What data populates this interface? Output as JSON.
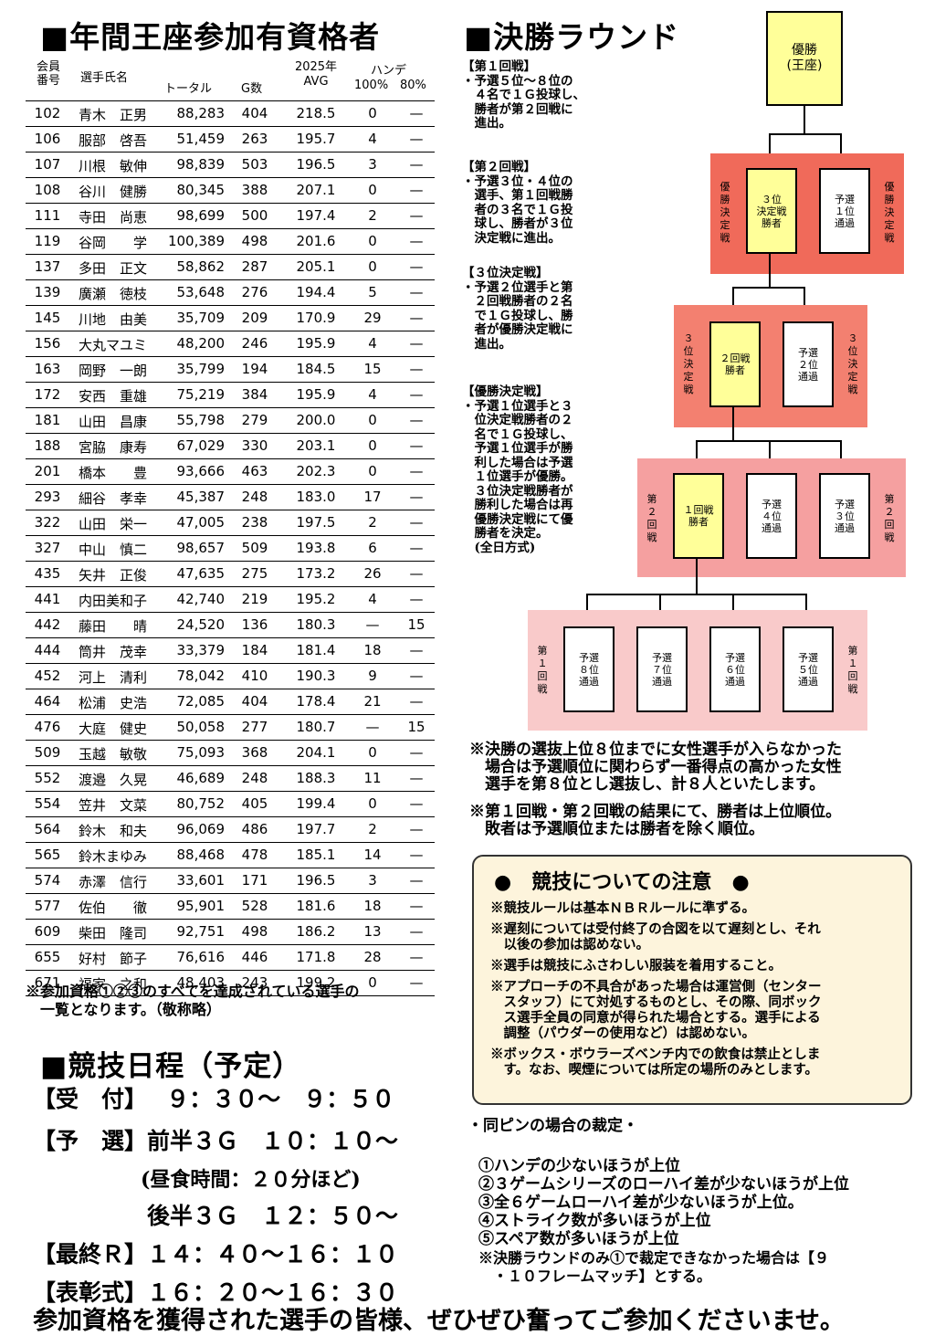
{
  "roster_title": "■年間王座参加有資格者",
  "final_title": "■決勝ラウンド",
  "table": {
    "headers": {
      "id": "会員\n番号",
      "name": "選手氏名",
      "total": "トータル",
      "games": "G数",
      "avg": "2025年\nAVG",
      "handicap": "ハンデ",
      "h100": "100%",
      "h80": "80%"
    },
    "rows": [
      [
        "102",
        "青木　正男",
        "88,283",
        "404",
        "218.5",
        "0",
        "—"
      ],
      [
        "106",
        "服部　啓吾",
        "51,459",
        "263",
        "195.7",
        "4",
        "—"
      ],
      [
        "107",
        "川根　敏伸",
        "98,839",
        "503",
        "196.5",
        "3",
        "—"
      ],
      [
        "108",
        "谷川　健勝",
        "80,345",
        "388",
        "207.1",
        "0",
        "—"
      ],
      [
        "111",
        "寺田　尚恵",
        "98,699",
        "500",
        "197.4",
        "2",
        "—"
      ],
      [
        "119",
        "谷岡　　学",
        "100,389",
        "498",
        "201.6",
        "0",
        "—"
      ],
      [
        "137",
        "多田　正文",
        "58,862",
        "287",
        "205.1",
        "0",
        "—"
      ],
      [
        "139",
        "廣瀬　徳枝",
        "53,648",
        "276",
        "194.4",
        "5",
        "—"
      ],
      [
        "145",
        "川地　由美",
        "35,709",
        "209",
        "170.9",
        "29",
        "—"
      ],
      [
        "156",
        "大丸マユミ",
        "48,200",
        "246",
        "195.9",
        "4",
        "—"
      ],
      [
        "163",
        "岡野　一朗",
        "35,799",
        "194",
        "184.5",
        "15",
        "—"
      ],
      [
        "172",
        "安西　重雄",
        "75,219",
        "384",
        "195.9",
        "4",
        "—"
      ],
      [
        "181",
        "山田　昌康",
        "55,798",
        "279",
        "200.0",
        "0",
        "—"
      ],
      [
        "188",
        "宮脇　康寿",
        "67,029",
        "330",
        "203.1",
        "0",
        "—"
      ],
      [
        "201",
        "橋本　　豊",
        "93,666",
        "463",
        "202.3",
        "0",
        "—"
      ],
      [
        "293",
        "細谷　孝幸",
        "45,387",
        "248",
        "183.0",
        "17",
        "—"
      ],
      [
        "322",
        "山田　栄一",
        "47,005",
        "238",
        "197.5",
        "2",
        "—"
      ],
      [
        "327",
        "中山　慎二",
        "98,657",
        "509",
        "193.8",
        "6",
        "—"
      ],
      [
        "435",
        "矢井　正俊",
        "47,635",
        "275",
        "173.2",
        "26",
        "—"
      ],
      [
        "441",
        "内田美和子",
        "42,740",
        "219",
        "195.2",
        "4",
        "—"
      ],
      [
        "442",
        "藤田　　晴",
        "24,520",
        "136",
        "180.3",
        "—",
        "15"
      ],
      [
        "444",
        "筒井　茂幸",
        "33,379",
        "184",
        "181.4",
        "18",
        "—"
      ],
      [
        "452",
        "河上　清利",
        "78,042",
        "410",
        "190.3",
        "9",
        "—"
      ],
      [
        "464",
        "松浦　史浩",
        "72,085",
        "404",
        "178.4",
        "21",
        "—"
      ],
      [
        "476",
        "大庭　健史",
        "50,058",
        "277",
        "180.7",
        "—",
        "15"
      ],
      [
        "509",
        "玉越　敏敬",
        "75,093",
        "368",
        "204.1",
        "0",
        "—"
      ],
      [
        "552",
        "渡邉　久晃",
        "46,689",
        "248",
        "188.3",
        "11",
        "—"
      ],
      [
        "554",
        "笠井　文菜",
        "80,752",
        "405",
        "199.4",
        "0",
        "—"
      ],
      [
        "564",
        "鈴木　和夫",
        "96,069",
        "486",
        "197.7",
        "2",
        "—"
      ],
      [
        "565",
        "鈴木まゆみ",
        "88,468",
        "478",
        "185.1",
        "14",
        "—"
      ],
      [
        "574",
        "赤澤　信行",
        "33,601",
        "171",
        "196.5",
        "3",
        "—"
      ],
      [
        "577",
        "佐伯　　徹",
        "95,901",
        "528",
        "181.6",
        "18",
        "—"
      ],
      [
        "609",
        "柴田　隆司",
        "92,751",
        "498",
        "186.2",
        "13",
        "—"
      ],
      [
        "655",
        "好村　節子",
        "76,616",
        "446",
        "171.8",
        "28",
        "—"
      ],
      [
        "671",
        "福家　之和",
        "48,403",
        "243",
        "199.2",
        "0",
        "—"
      ]
    ]
  },
  "roster_note": "※参加資格①②③のすべてを達成されている選手の\n　一覧となります。（敬称略）",
  "schedule": {
    "title": "■競技日程（予定）",
    "lines": [
      "【受　付】　 ９：３０〜　９：５０",
      "【予　選】前半３Ｇ　１０：１０〜",
      "　　　　　(昼食時間：２０分ほど)",
      "　　　　　後半３Ｇ　１２：５０〜",
      "【最終Ｒ】１４：４０〜１６：１０",
      "【表彰式】１６：２０〜１６：３０"
    ]
  },
  "closing": "参加資格を獲得された選手の皆様、ぜひぜひ奮ってご参加くださいませ。",
  "round_rules": [
    {
      "heading": "【第１回戦】",
      "body": "・予選５位〜８位の\n　４名で１Ｇ投球し、\n　勝者が第２回戦に\n　進出。"
    },
    {
      "heading": "【第２回戦】",
      "body": "・予選３位・４位の\n　選手、第１回戦勝\n　者の３名で１Ｇ投\n　球し、勝者が３位\n　決定戦に進出。"
    },
    {
      "heading": "【３位決定戦】",
      "body": "・予選２位選手と第\n　２回戦勝者の２名\n　で１Ｇ投球し、勝\n　者が優勝決定戦に\n　進出。"
    },
    {
      "heading": "【優勝決定戦】",
      "body": "・予選１位選手と３\n　位決定戦勝者の２\n　名で１Ｇ投球し、\n　予選１位選手が勝\n　利した場合は予選\n　１位選手が優勝。\n　３位決定戦勝者が\n　勝利した場合は再\n　優勝決定戦にて優\n　勝者を決定。\n　(全日方式)"
    }
  ],
  "bracket": {
    "champion": "優勝\n(王座)",
    "final": {
      "label": "優\n勝\n決\n定\n戦",
      "boxes": [
        "３位\n決定戦\n勝者",
        "予選\n１位\n通過"
      ]
    },
    "third": {
      "label": "３\n位\n決\n定\n戦",
      "boxes": [
        "２回戦\n勝者",
        "予選\n２位\n通過"
      ]
    },
    "second": {
      "label": "第\n２\n回\n戦",
      "boxes": [
        "１回戦\n勝者",
        "予選\n４位\n通過",
        "予選\n３位\n通過"
      ]
    },
    "first": {
      "label": "第\n１\n回\n戦",
      "boxes": [
        "予選\n８位\n通過",
        "予選\n７位\n通過",
        "予選\n６位\n通過",
        "予選\n５位\n通過"
      ]
    }
  },
  "final_notes": [
    "※決勝の選抜上位８位までに女性選手が入らなかった\n　場合は予選順位に関わらず一番得点の高かった女性\n　選手を第８位とし選抜し、計８人といたします。",
    "※第１回戦・第２回戦の結果にて、勝者は上位順位。\n　敗者は予選順位または勝者を除く順位。"
  ],
  "notice": {
    "title": "●　競技についての注意　●",
    "items": [
      "※競技ルールは基本ＮＢＲルールに準ずる。",
      "※遅刻については受付終了の合図を以て遅刻とし、それ\n　以後の参加は認めない。",
      "※選手は競技にふさわしい服装を着用すること。",
      "※アプローチの不具合があった場合は運営側（センター\n　スタッフ）にて対処するものとし、その際、同ボック\n　ス選手全員の同意が得られた場合とする。選手による\n　調整（パウダーの使用など）は認めない。",
      "※ボックス・ボウラーズベンチ内での飲食は禁止としま\n　す。なお、喫煙については所定の場所のみとします。"
    ]
  },
  "tie": {
    "title": "・同ピンの場合の裁定・",
    "items": [
      "①ハンデの少ないほうが上位",
      "②３ゲームシリーズのローハイ差が少ないほうが上位",
      "③全６ゲームローハイ差が少ないほうが上位。",
      "④ストライク数が多いほうが上位",
      "⑤スペア数が多いほうが上位"
    ],
    "note": "※決勝ラウンドのみ①で裁定できなかった場合は【９\n　・１０フレームマッチ】とする。"
  },
  "colors": {
    "band_final": "#f06a5a",
    "band_third": "#f38070",
    "band_second": "#f5a0a0",
    "band_first": "#f9caca",
    "highlight": "#ffff99",
    "notice_bg": "#fdf4dc"
  }
}
